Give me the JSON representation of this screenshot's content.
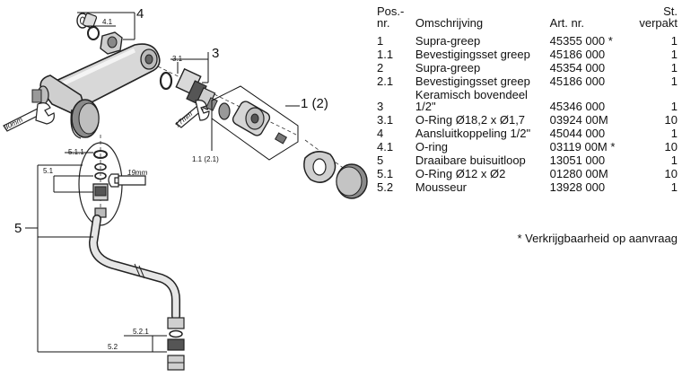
{
  "diagram": {
    "labels": {
      "part_4": "4",
      "part_4_1": "4.1",
      "part_3": "3",
      "part_3_1": "3.1",
      "part_1_2": "1 (2)",
      "part_1_1_2_1": "1.1 (2.1)",
      "part_5": "5",
      "part_5_1": "5.1",
      "part_5_1_1": "5.1.1",
      "part_5_2": "5.2",
      "part_5_2_1": "5.2.1",
      "wrench_30mm": "30mm",
      "wrench_17mm": "17mm",
      "wrench_19mm": "19mm"
    }
  },
  "table": {
    "headers": {
      "pos": "Pos.-nr.",
      "description": "Omschrijving",
      "art_nr": "Art. nr.",
      "qty": "St. verpakt"
    },
    "rows": [
      {
        "pos": "1",
        "description": "Supra-greep",
        "art_nr": "45355 000 *",
        "qty": "1"
      },
      {
        "pos": "1.1",
        "description": "Bevestigingsset greep",
        "art_nr": "45186 000",
        "qty": "1"
      },
      {
        "pos": "2",
        "description": "Supra-greep",
        "art_nr": "45354 000",
        "qty": "1"
      },
      {
        "pos": "2.1",
        "description": "Bevestigingsset greep",
        "art_nr": "45186 000",
        "qty": "1"
      },
      {
        "pos": "3",
        "description": "Keramisch bovendeel 1/2\"",
        "art_nr": "45346 000",
        "qty": "1"
      },
      {
        "pos": "3.1",
        "description": "O-Ring Ø18,2 x Ø1,7",
        "art_nr": "03924 00M",
        "qty": "10"
      },
      {
        "pos": "4",
        "description": "Aansluitkoppeling 1/2\"",
        "art_nr": "45044 000",
        "qty": "1"
      },
      {
        "pos": "4.1",
        "description": "O-ring",
        "art_nr": "03119 00M *",
        "qty": "10"
      },
      {
        "pos": "5",
        "description": "Draaibare buisuitloop",
        "art_nr": "13051 000",
        "qty": "1"
      },
      {
        "pos": "5.1",
        "description": "O-Ring Ø12 x Ø2",
        "art_nr": "01280 00M",
        "qty": "10"
      },
      {
        "pos": "5.2",
        "description": "Mousseur",
        "art_nr": "13928 000",
        "qty": "1"
      }
    ],
    "footnote": "* Verkrijgbaarheid op aanvraag"
  }
}
